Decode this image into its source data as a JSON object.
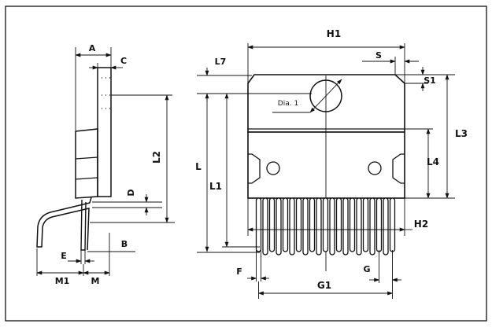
{
  "labels": {
    "a": "A",
    "c": "C",
    "d": "D",
    "l2": "L2",
    "b": "B",
    "e": "E",
    "m1": "M1",
    "m": "M",
    "h1": "H1",
    "s": "S",
    "s1": "S1",
    "l7": "L7",
    "dia1": "Dia. 1",
    "l": "L",
    "l1": "L1",
    "l3": "L3",
    "l4": "L4",
    "h2": "H2",
    "f": "F",
    "g": "G",
    "g1": "G1"
  }
}
